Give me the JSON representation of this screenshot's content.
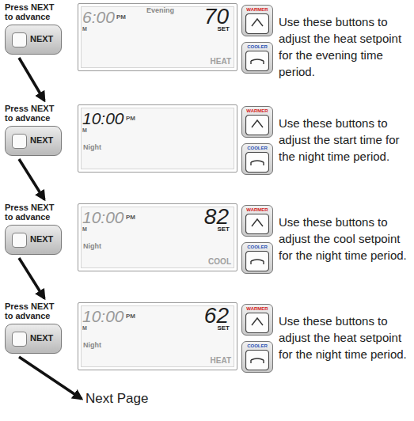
{
  "diagram": {
    "nodes": [
      {
        "text": [
          "Press NEXT to advance",
          "NEXT"
        ]
      },
      {
        "text": [
          "6:00",
          "PM",
          "M",
          "Evening",
          "70",
          "SET",
          "HEAT"
        ]
      },
      {
        "text": [
          "WARMER"
        ]
      },
      {
        "text": [
          "COOLER"
        ]
      },
      {
        "text": [
          "Press NEXT to advance",
          "NEXT"
        ]
      },
      {
        "text": [
          "10:00",
          "PM",
          "M",
          "Night"
        ]
      },
      {
        "text": [
          "WARMER"
        ]
      },
      {
        "text": [
          "COOLER"
        ]
      },
      {
        "text": [
          "Press NEXT to advance",
          "NEXT"
        ]
      },
      {
        "text": [
          "10:00",
          "PM",
          "M",
          "82",
          "SET",
          "Night",
          "COOL"
        ]
      },
      {
        "text": [
          "WARMER"
        ]
      },
      {
        "text": [
          "COOLER"
        ]
      },
      {
        "text": [
          "Press NEXT to advance",
          "NEXT"
        ]
      },
      {
        "text": [
          "10:00",
          "PM",
          "M",
          "62",
          "SET",
          "Night",
          "HEAT"
        ]
      },
      {
        "text": [
          "WARMER"
        ]
      },
      {
        "text": [
          "COOLER"
        ]
      },
      {
        "text": [
          "Next Page"
        ]
      }
    ],
    "edges": [
      {
        "from": 0,
        "to": 4,
        "arrow": "to"
      },
      {
        "from": 4,
        "to": 8,
        "arrow": "to"
      },
      {
        "from": 8,
        "to": 12,
        "arrow": "to"
      },
      {
        "from": 12,
        "to": 16,
        "arrow": "to"
      }
    ],
    "labels": [
      "Use these buttons to adjust the heat setpoint for the evening time period.",
      "Use these buttons to adjust the start time for the night time period.",
      "Use these buttons to adjust the cool setpoint for the night time period.",
      "Use these buttons to adjust the heat setpoint for the night time period."
    ]
  }
}
